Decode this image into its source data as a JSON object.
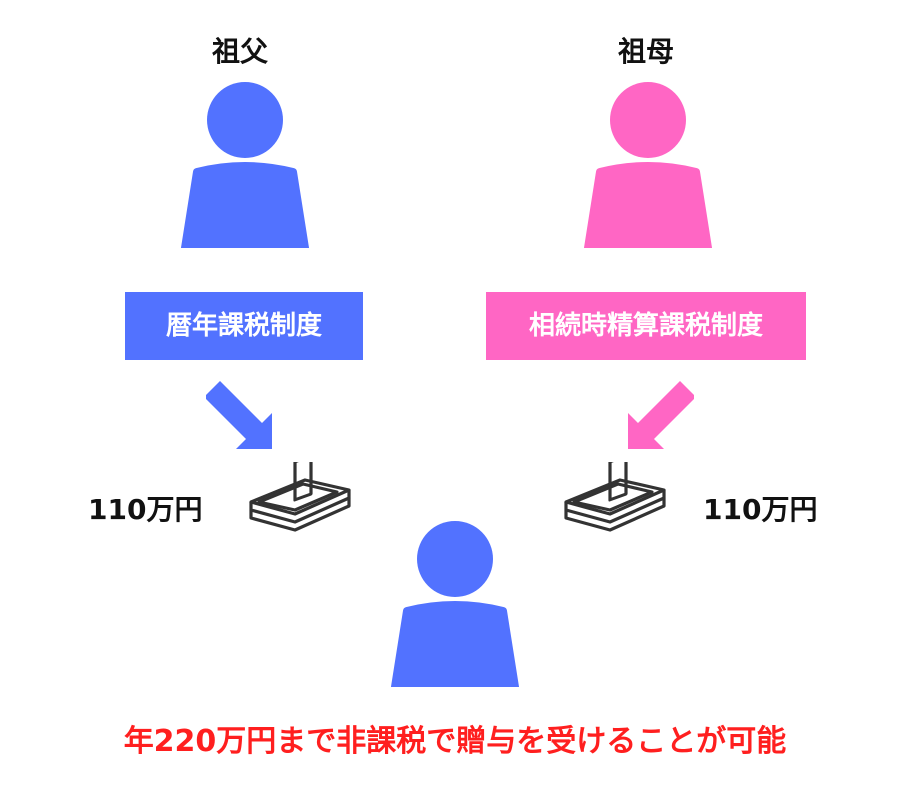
{
  "grandfather": {
    "label": "祖父",
    "color": "#5272ff",
    "system": "暦年課税制度",
    "amount": "110万円"
  },
  "grandmother": {
    "label": "祖母",
    "color": "#ff66c4",
    "system": "相続時精算課税制度",
    "amount": "110万円"
  },
  "recipient": {
    "color": "#5272ff"
  },
  "footer": {
    "text": "年220万円まで非課税で贈与を受けることが可能",
    "color": "#ff1f1f"
  },
  "icons": {
    "person": "person-icon",
    "arrow": "arrow-icon",
    "money": "cash-stack-icon"
  }
}
